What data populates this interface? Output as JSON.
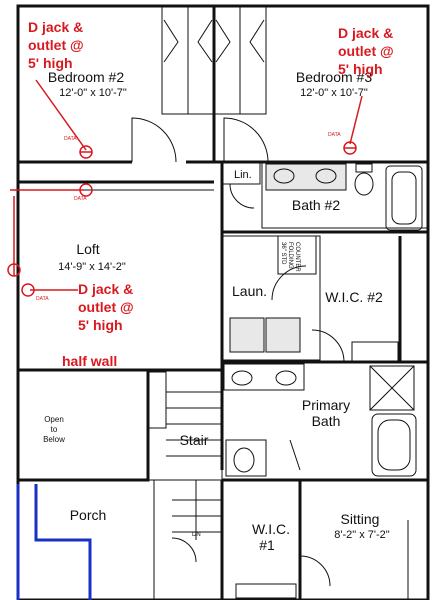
{
  "colors": {
    "annotation": "#d8191f",
    "porch_outline": "#1a2fc4",
    "wall": "#111111"
  },
  "rooms": {
    "bedroom2": {
      "name": "Bedroom #2",
      "dims": "12'-0\" x 10'-7\""
    },
    "bedroom3": {
      "name": "Bedroom #3",
      "dims": "12'-0\" x 10'-7\""
    },
    "linen": {
      "name": "Lin."
    },
    "bath2": {
      "name": "Bath #2"
    },
    "folding_counter": {
      "line1": "36\" STD",
      "line2": "FOLDING",
      "line3": "COUNTER"
    },
    "loft": {
      "name": "Loft",
      "dims": "14'-9\" x 14'-2\""
    },
    "laundry": {
      "name": "Laun."
    },
    "wic2": {
      "name": "W.I.C. #2"
    },
    "open_below": {
      "line1": "Open",
      "line2": "to",
      "line3": "Below"
    },
    "stair": {
      "name": "Stair",
      "dn": "DN"
    },
    "primary_bath": {
      "line1": "Primary",
      "line2": "Bath"
    },
    "porch": {
      "name": "Porch"
    },
    "wic1": {
      "line1": "W.I.C.",
      "line2": "#1"
    },
    "sitting": {
      "name": "Sitting",
      "dims": "8'-2\" x 7'-2\""
    }
  },
  "annotations": {
    "note_bedroom2": {
      "line1": "D jack &",
      "line2": "outlet @",
      "line3": "5' high"
    },
    "note_bedroom3": {
      "line1": "D jack &",
      "line2": "outlet @",
      "line3": "5' high"
    },
    "note_loft": {
      "line1": "D jack &",
      "line2": "outlet @",
      "line3": "5' high"
    },
    "half_wall": "half wall",
    "data_tag": "DATA"
  }
}
